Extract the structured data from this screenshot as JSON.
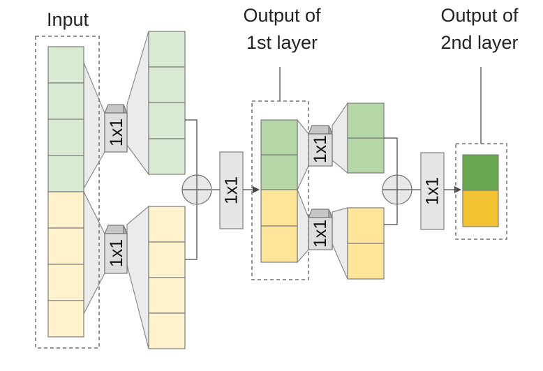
{
  "labels": {
    "input": "Input",
    "output_1_line1": "Output of",
    "output_1_line2": "1st layer",
    "output_2_line1": "Output of",
    "output_2_line2": "2nd layer"
  },
  "ops": {
    "conv_input_top": "1x1",
    "conv_input_bottom": "1x1",
    "conv_after_sum_1": "1x1",
    "conv_layer1_top": "1x1",
    "conv_layer1_bottom": "1x1",
    "conv_after_sum_2": "1x1"
  },
  "colors": {
    "green_light": "#d9ead3",
    "yellow_light": "#fff2cc",
    "green_mid": "#b6d7a8",
    "yellow_mid": "#ffe599",
    "green_dark": "#6aa84f",
    "yellow_dark": "#f1c232"
  }
}
